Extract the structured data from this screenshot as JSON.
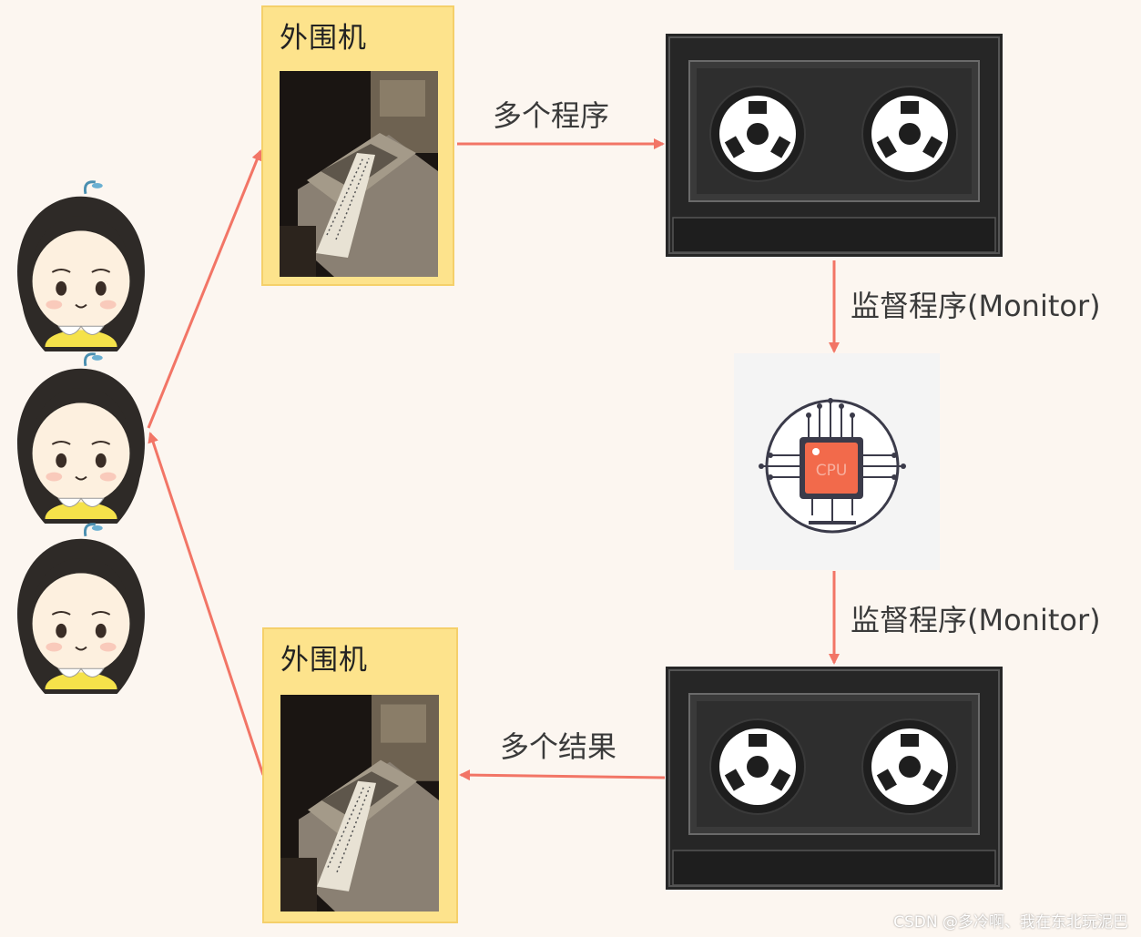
{
  "peripherals": [
    {
      "label": "外围机"
    },
    {
      "label": "外围机"
    }
  ],
  "arrows": {
    "top": "多个程序",
    "monitor_top": "监督程序(Monitor)",
    "monitor_bottom": "监督程序(Monitor)",
    "bottom": "多个结果"
  },
  "cpu": {
    "chip_text": "CPU"
  },
  "watermark": "CSDN @多冷啊、我在东北玩泥巴",
  "colors": {
    "arrow": "#f27566",
    "peripheral_fill": "#fde38c",
    "tape_body": "#2a2a2a",
    "cpu_chip": "#f26a4b"
  },
  "icons": [
    "girl-avatar",
    "punch-card-machine",
    "tape-drive",
    "cpu-chip-icon"
  ]
}
